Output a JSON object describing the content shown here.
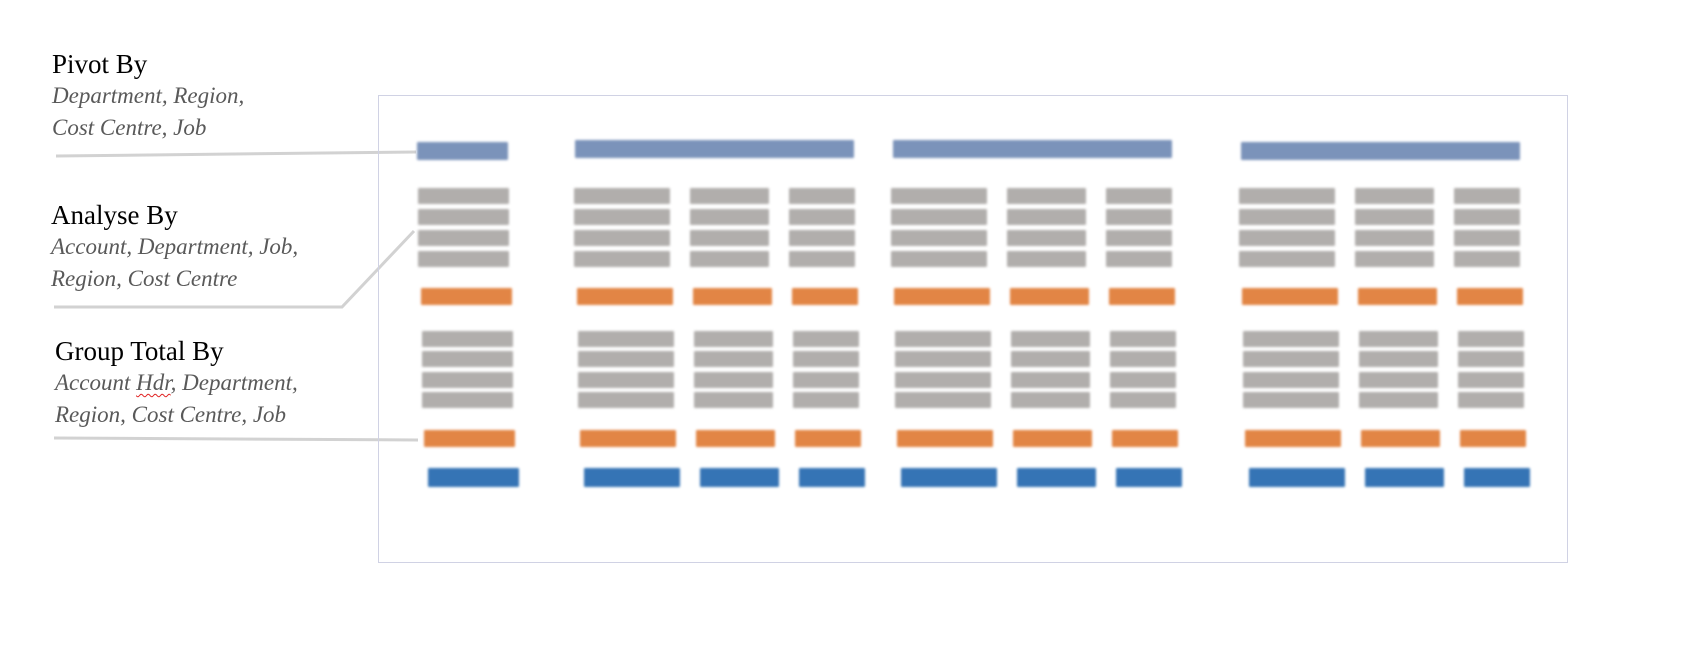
{
  "annotations": {
    "pivot": {
      "title": "Pivot By",
      "lines": [
        "Department, Region,",
        "Cost Centre, Job"
      ]
    },
    "analyse": {
      "title": "Analyse By",
      "lines": [
        "Account, Department, Job,",
        "Region, Cost Centre"
      ]
    },
    "group_total": {
      "title": "Group Total By",
      "line1_flagged": "Hdr",
      "line1_prefix": "Account ",
      "line1_suffix": ", Department,",
      "line2": "Region, Cost Centre, Job"
    }
  },
  "colors": {
    "pivot_bar": "#7b93ba",
    "detail_row": "#b1aeac",
    "group_total_bar": "#e28545",
    "grand_total_bar": "#3574b5",
    "connector": "#d2d2d2",
    "frame": "#d0d2e4",
    "spellcheck": "#e02020"
  }
}
